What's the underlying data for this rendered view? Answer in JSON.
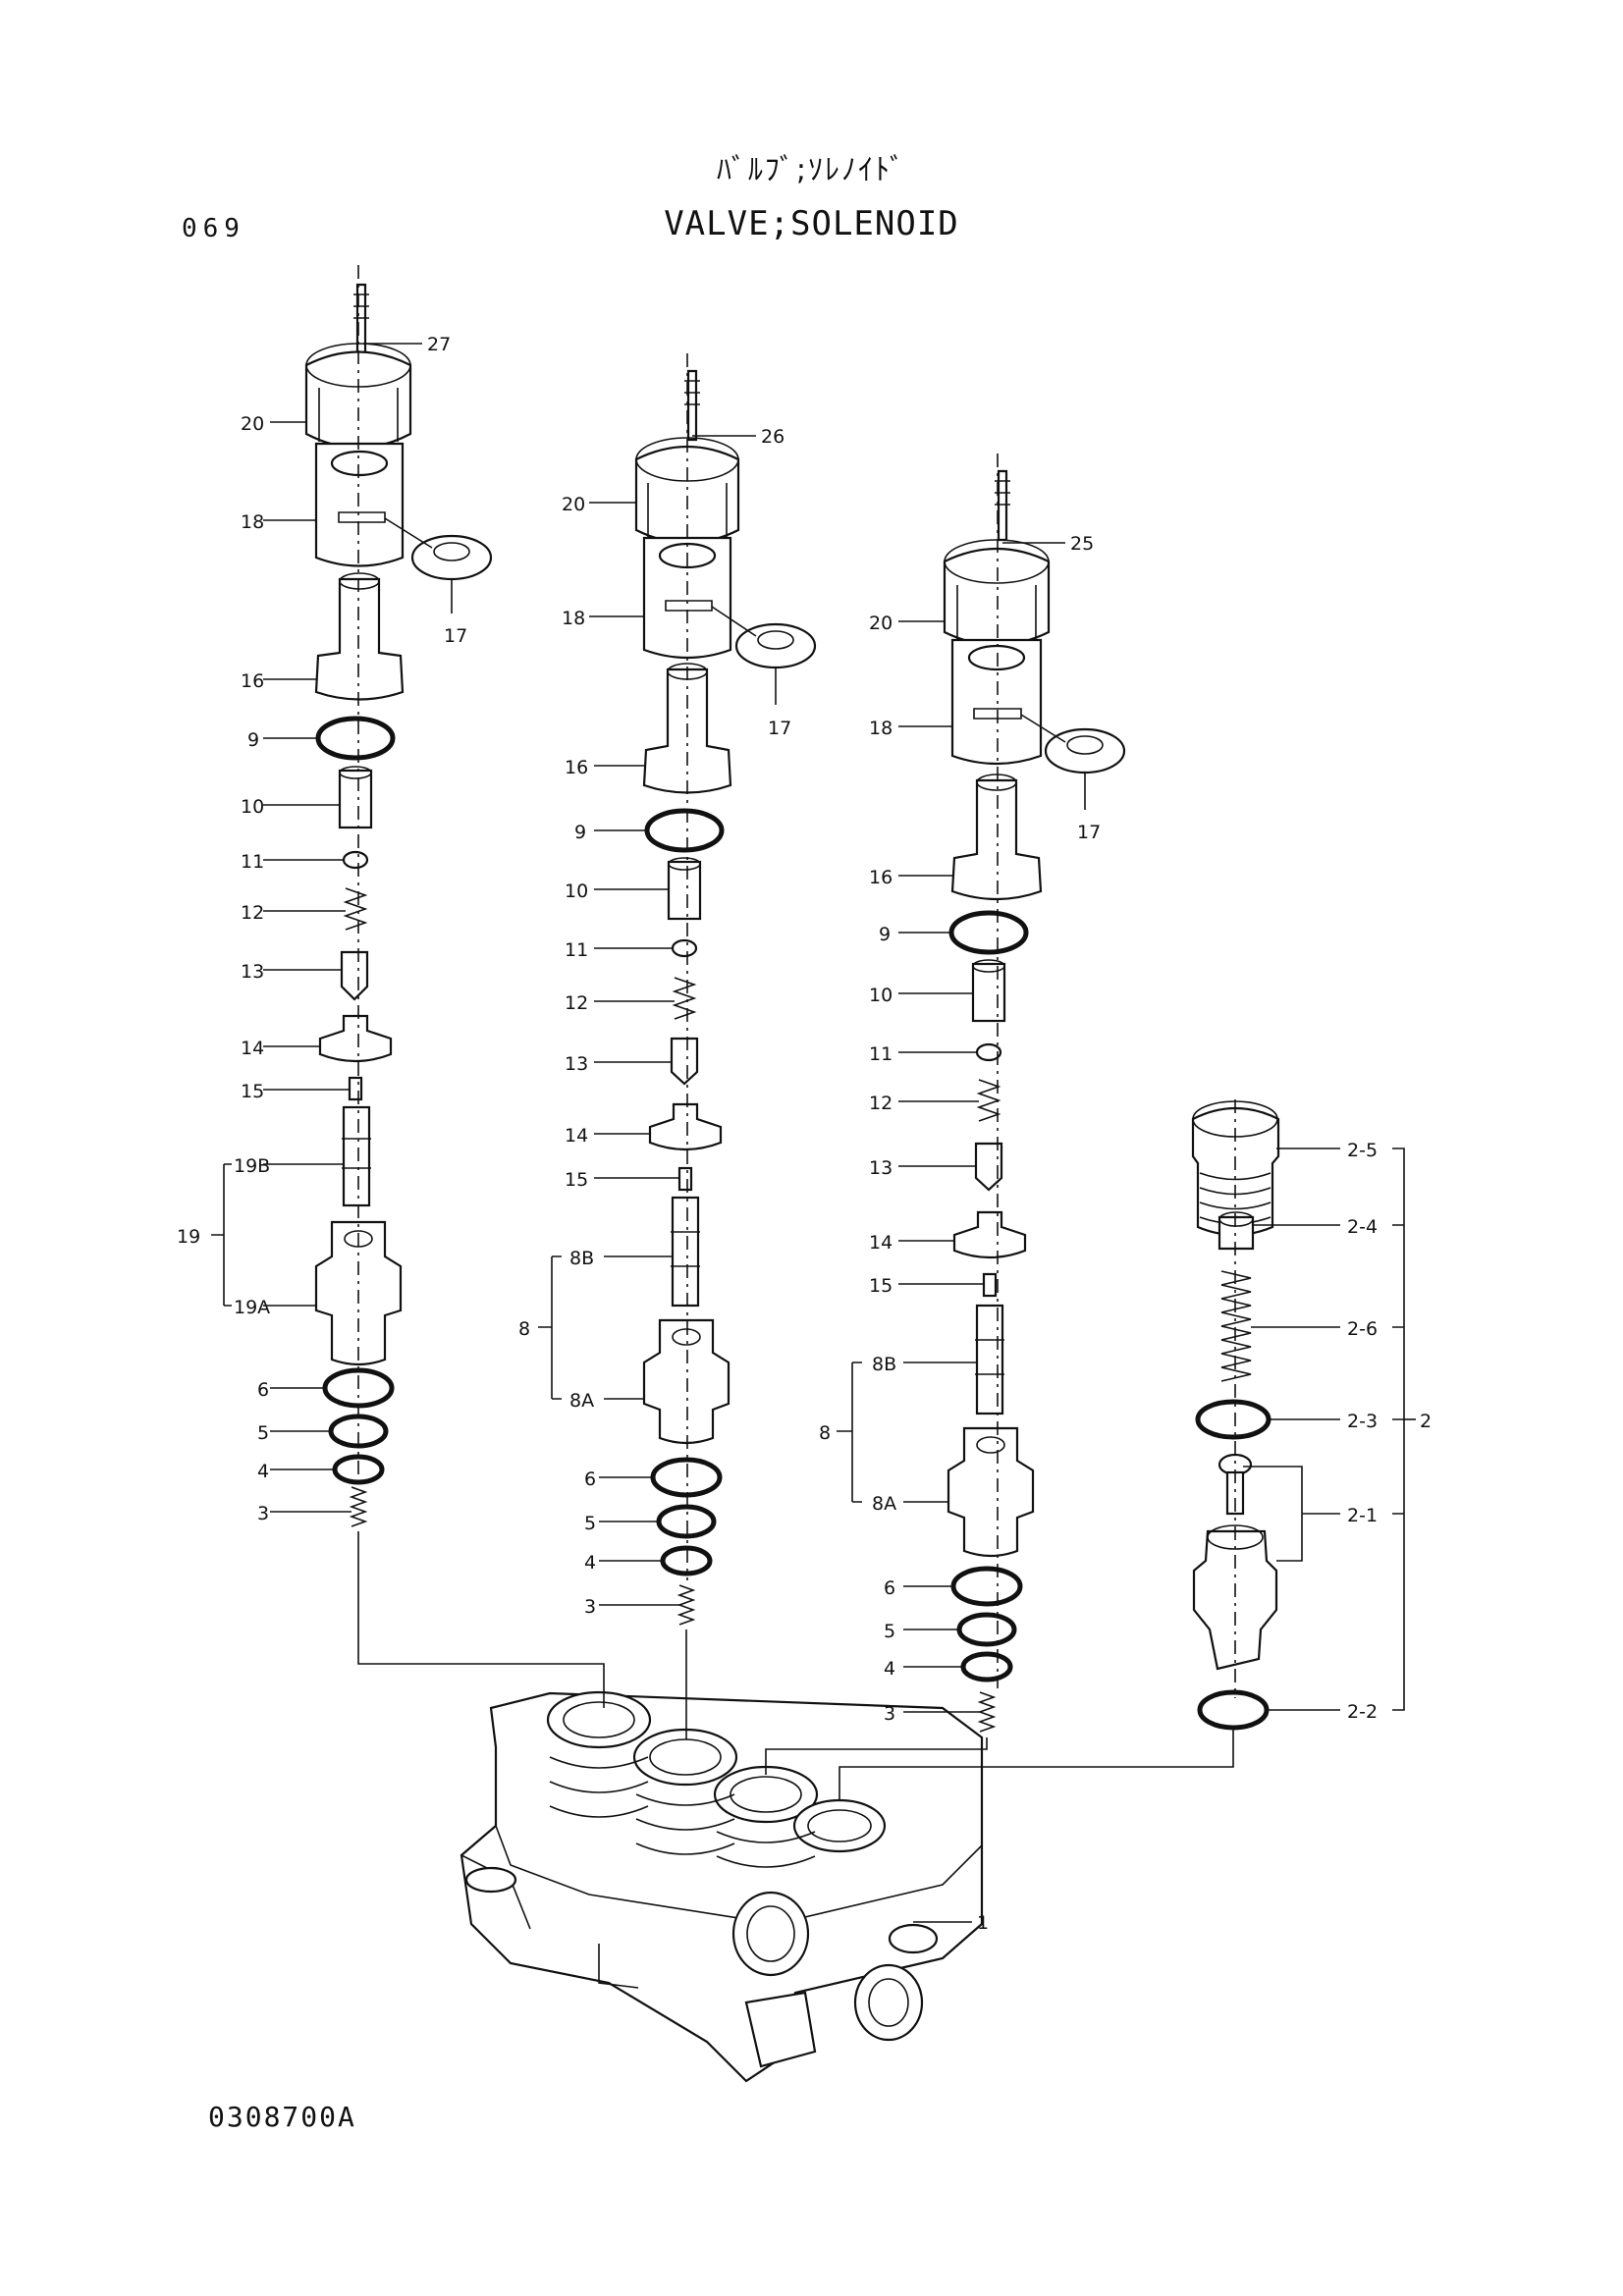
{
  "page_number": "069",
  "title_jp": "ﾊﾞﾙﾌﾞ;ｿﾚﾉｲﾄﾞ",
  "title_en": "VALVE;SOLENOID",
  "drawing_number": "0308700A",
  "callouts": {
    "c1_27": "27",
    "c1_20": "20",
    "c1_18": "18",
    "c1_17": "17",
    "c1_16": "16",
    "c1_9": "9",
    "c1_10": "10",
    "c1_11": "11",
    "c1_12": "12",
    "c1_13": "13",
    "c1_14": "14",
    "c1_15": "15",
    "c1_19B": "19B",
    "c1_19": "19",
    "c1_19A": "19A",
    "c1_6": "6",
    "c1_5": "5",
    "c1_4": "4",
    "c1_3": "3",
    "c2_26": "26",
    "c2_20": "20",
    "c2_18": "18",
    "c2_17": "17",
    "c2_16": "16",
    "c2_9": "9",
    "c2_10": "10",
    "c2_11": "11",
    "c2_12": "12",
    "c2_13": "13",
    "c2_14": "14",
    "c2_15": "15",
    "c2_8B": "8B",
    "c2_8": "8",
    "c2_8A": "8A",
    "c2_6": "6",
    "c2_5": "5",
    "c2_4": "4",
    "c2_3": "3",
    "c3_25": "25",
    "c3_20": "20",
    "c3_18": "18",
    "c3_17": "17",
    "c3_16": "16",
    "c3_9": "9",
    "c3_10": "10",
    "c3_11": "11",
    "c3_12": "12",
    "c3_13": "13",
    "c3_14": "14",
    "c3_15": "15",
    "c3_8B": "8B",
    "c3_8": "8",
    "c3_8A": "8A",
    "c3_6": "6",
    "c3_5": "5",
    "c3_4": "4",
    "c3_3": "3",
    "c4_2_5": "2-5",
    "c4_2_4": "2-4",
    "c4_2_6": "2-6",
    "c4_2_3": "2-3",
    "c4_2": "2",
    "c4_2_1": "2-1",
    "c4_2_2": "2-2",
    "c_1": "1"
  }
}
